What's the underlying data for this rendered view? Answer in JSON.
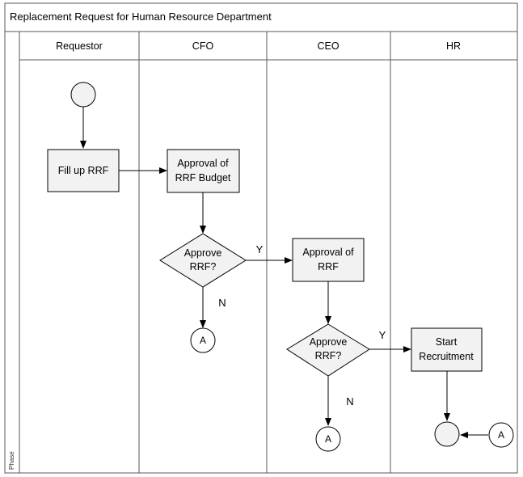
{
  "title": "Replacement Request for Human Resource Department",
  "phase_label": "Phase",
  "lanes": [
    {
      "label": "Requestor"
    },
    {
      "label": "CFO"
    },
    {
      "label": "CEO"
    },
    {
      "label": "HR"
    }
  ],
  "nodes": {
    "start": {
      "type": "start"
    },
    "fill_rrf": {
      "lines": [
        "Fill up RRF"
      ]
    },
    "approval_budget": {
      "lines": [
        "Approval of",
        "RRF Budget"
      ]
    },
    "approve_rrf_1": {
      "lines": [
        "Approve",
        "RRF?"
      ]
    },
    "approval_rrf": {
      "lines": [
        "Approval of",
        "RRF"
      ]
    },
    "approve_rrf_2": {
      "lines": [
        "Approve",
        "RRF?"
      ]
    },
    "start_recruitment": {
      "lines": [
        "Start",
        "Recruitment"
      ]
    },
    "connector_a_cfo": {
      "label": "A"
    },
    "connector_a_ceo": {
      "label": "A"
    },
    "connector_a_hr": {
      "label": "A"
    },
    "end": {
      "type": "end"
    }
  },
  "edge_labels": {
    "approve1_yes": "Y",
    "approve1_no": "N",
    "approve2_yes": "Y",
    "approve2_no": "N"
  },
  "colors": {
    "shape_fill": "#f2f2f2",
    "white": "#ffffff",
    "stroke": "#000000",
    "border": "#5a5a5a"
  }
}
